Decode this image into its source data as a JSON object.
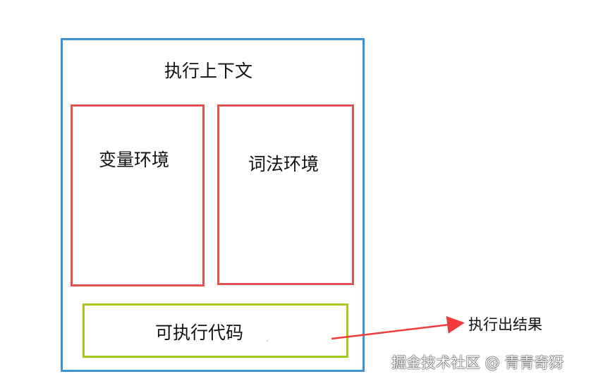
{
  "diagram": {
    "context_title": "执行上下文",
    "variable_environment": "变量环境",
    "lexical_environment": "词法环境",
    "executable_code": "可执行代码",
    "result": "执行出结果"
  },
  "watermark": {
    "text": "掘金技术社区 @ 青青奇犽"
  },
  "colors": {
    "context_border": "#3a93d6",
    "environment_border": "#e05252",
    "code_border": "#a6c91e",
    "arrow": "#ef3b3b"
  }
}
